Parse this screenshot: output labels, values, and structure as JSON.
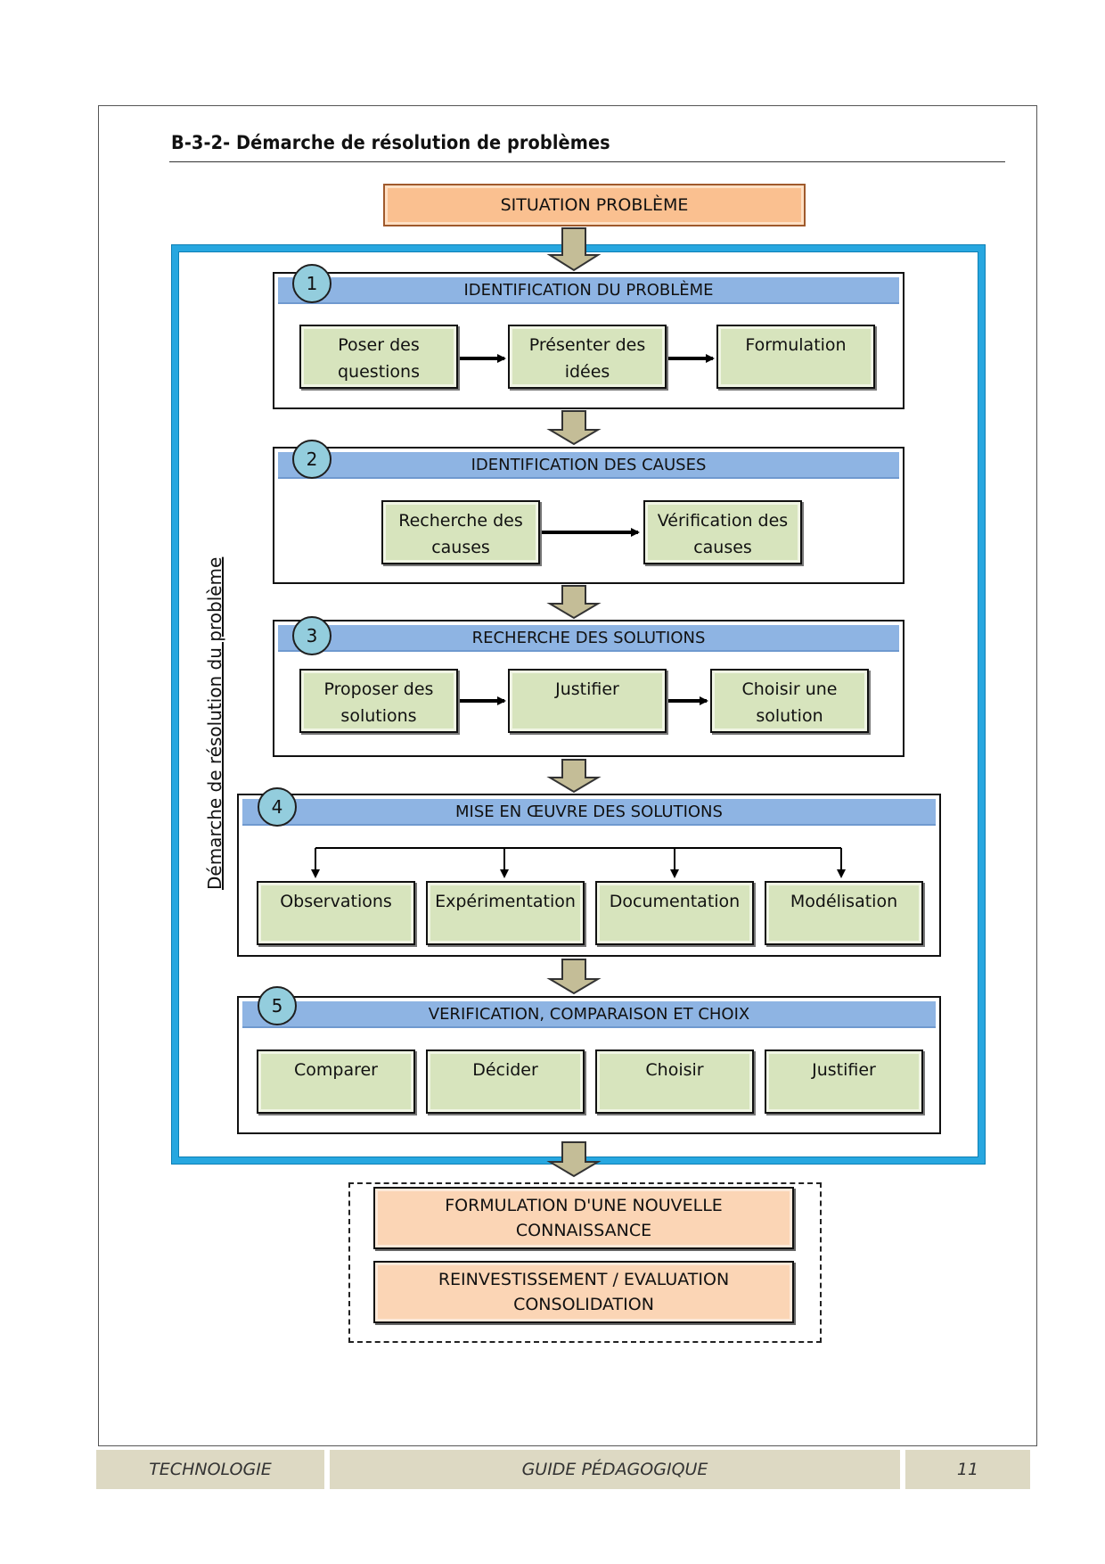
{
  "title": "B-3-2- Démarche de résolution de problèmes",
  "situation": "SITUATION PROBLÈME",
  "side_label": "Démarche de résolution du problème",
  "steps": [
    {
      "num": "1",
      "header": "IDENTIFICATION DU PROBLÈME",
      "items": [
        "Poser des questions",
        "Présenter des idées",
        "Formulation"
      ]
    },
    {
      "num": "2",
      "header": "IDENTIFICATION DES CAUSES",
      "items": [
        "Recherche des causes",
        "Vérification des causes"
      ]
    },
    {
      "num": "3",
      "header": "RECHERCHE DES SOLUTIONS",
      "items": [
        "Proposer des solutions",
        "Justifier",
        "Choisir une solution"
      ]
    },
    {
      "num": "4",
      "header": "MISE EN ŒUVRE DES SOLUTIONS",
      "items": [
        "Observations",
        "Expérimentation",
        "Documentation",
        "Modélisation"
      ]
    },
    {
      "num": "5",
      "header": "VERIFICATION, COMPARAISON ET CHOIX",
      "items": [
        "Comparer",
        "Décider",
        "Choisir",
        "Justifier"
      ]
    }
  ],
  "outcomes": [
    "FORMULATION D'UNE NOUVELLE CONNAISSANCE",
    "REINVESTISSEMENT /  EVALUATION CONSOLIDATION"
  ],
  "footer": {
    "left": "TECHNOLOGIE",
    "center": "GUIDE PÉDAGOGIQUE",
    "page": "11"
  },
  "colors": {
    "orange_box": "#fac090",
    "peach_box": "#fbd5b5",
    "header_blue": "#8eb4e3",
    "number_circle": "#93cddd",
    "green_box": "#d7e4bd",
    "outer_frame": "#27a7e0",
    "footer_bg": "#ddd9c3"
  }
}
